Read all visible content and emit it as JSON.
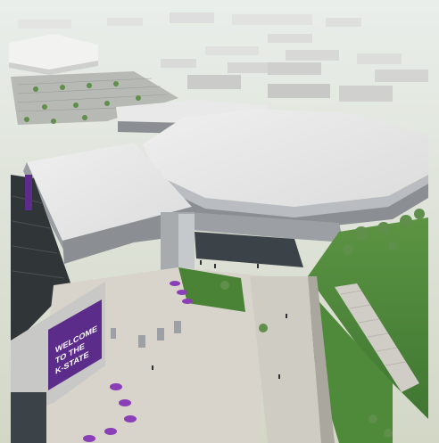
{
  "image": {
    "kind": "architectural-rendering",
    "subject": "aerial view of an arena complex with parking, plazas and landscaped slopes",
    "colors": {
      "sky_haze": "#dfe6e2",
      "far_ground": "#cfd2bd",
      "grass": "#4f8a3a",
      "grass_dark": "#3d7430",
      "roof": "#e6e6e6",
      "roof_edge": "#b9bcc0",
      "facade": "#8b8f93",
      "glass": "#3c4348",
      "plaza": "#d8d4cc",
      "path": "#cfccc4",
      "accent_purple": "#5b2c8a",
      "umbrella_purple": "#8a3fb8",
      "tree": "#5f8f4a"
    }
  },
  "billboard": {
    "lines": [
      "WELCOME",
      "TO THE",
      "K-STATE"
    ]
  }
}
